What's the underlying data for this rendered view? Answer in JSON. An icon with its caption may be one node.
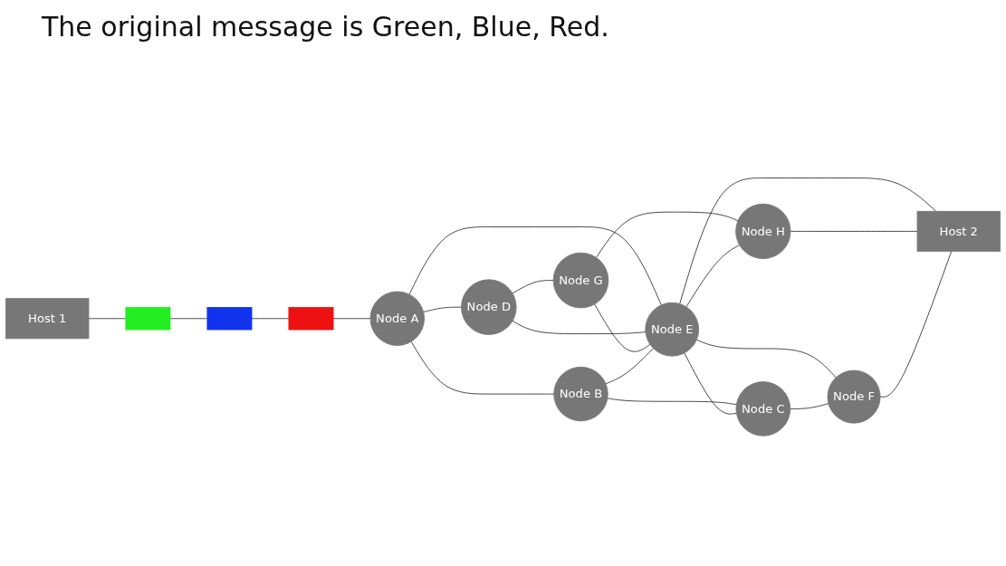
{
  "diagram": {
    "title": "The original message is Green, Blue, Red.",
    "nodes": [
      {
        "text": [
          "Host 1"
        ]
      },
      {
        "text": [],
        "shape": "box"
      },
      {
        "text": [],
        "shape": "box"
      },
      {
        "text": [],
        "shape": "box"
      },
      {
        "text": [
          "Node A"
        ]
      },
      {
        "text": [
          "Node D"
        ]
      },
      {
        "text": [
          "Node G"
        ]
      },
      {
        "text": [
          "Node B"
        ]
      },
      {
        "text": [
          "Node E"
        ]
      },
      {
        "text": [
          "Node H"
        ]
      },
      {
        "text": [
          "Node C"
        ]
      },
      {
        "text": [
          "Node F"
        ]
      },
      {
        "text": [
          "Host 2"
        ]
      }
    ],
    "edges": [
      {
        "from": 0,
        "to": 1,
        "arrow": "none"
      },
      {
        "from": 1,
        "to": 2,
        "arrow": "none"
      },
      {
        "from": 2,
        "to": 3,
        "arrow": "none"
      },
      {
        "from": 3,
        "to": 4,
        "arrow": "none"
      },
      {
        "from": 4,
        "to": 5,
        "arrow": "none"
      },
      {
        "from": 5,
        "to": 6,
        "arrow": "none"
      },
      {
        "from": 4,
        "to": 7,
        "arrow": "none"
      },
      {
        "from": 4,
        "to": 8,
        "arrow": "none"
      },
      {
        "from": 5,
        "to": 8,
        "arrow": "none"
      },
      {
        "from": 6,
        "to": 8,
        "arrow": "none"
      },
      {
        "from": 6,
        "to": 9,
        "arrow": "none"
      },
      {
        "from": 7,
        "to": 8,
        "arrow": "none"
      },
      {
        "from": 8,
        "to": 9,
        "arrow": "none"
      },
      {
        "from": 7,
        "to": 10,
        "arrow": "none"
      },
      {
        "from": 8,
        "to": 10,
        "arrow": "none"
      },
      {
        "from": 8,
        "to": 11,
        "arrow": "none"
      },
      {
        "from": 8,
        "to": 12,
        "arrow": "none"
      },
      {
        "from": 9,
        "to": 12,
        "arrow": "none"
      },
      {
        "from": 10,
        "to": 11,
        "arrow": "none"
      },
      {
        "from": 11,
        "to": 12,
        "arrow": "none"
      }
    ]
  }
}
